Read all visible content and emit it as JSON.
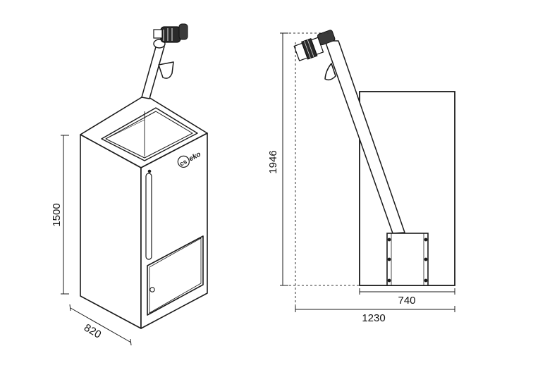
{
  "dimensions": {
    "height_cabinet": "1500",
    "depth_cabinet": "820",
    "height_total": "1946",
    "width_cabinet": "740",
    "width_total": "1230"
  },
  "logo": {
    "text": "cs",
    "brand": "eko"
  },
  "colors": {
    "line": "#1a1a1a",
    "dash": "#333333"
  },
  "icons": [
    "auger-motor-icon",
    "auger-motor-icon"
  ]
}
